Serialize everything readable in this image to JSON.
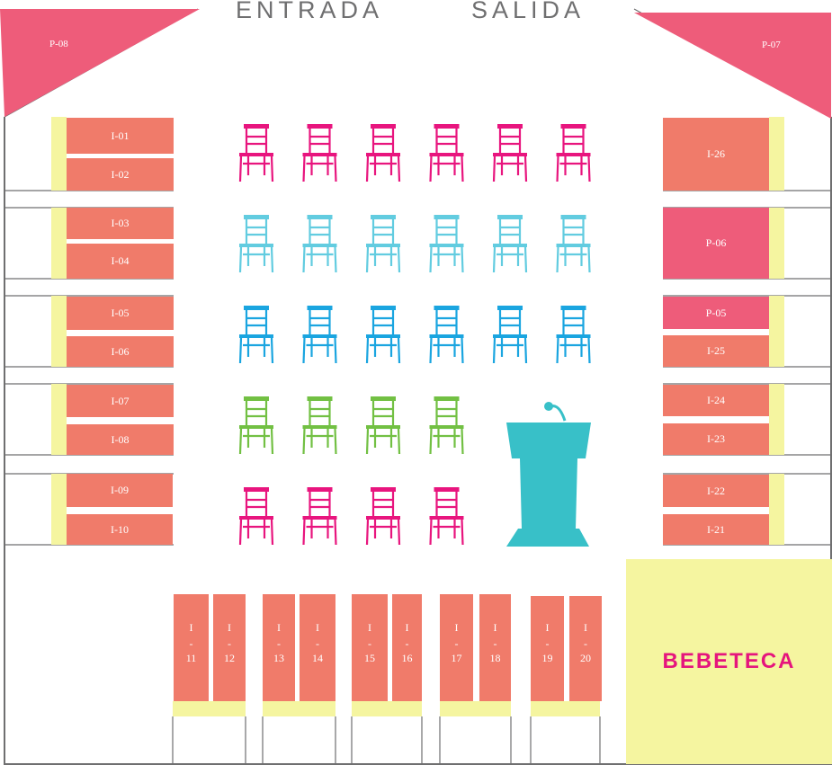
{
  "header": {
    "entrance": "ENTRADA",
    "exit": "SALIDA"
  },
  "colors": {
    "booth": "#f07b6a",
    "pink_booth": "#ee5c7a",
    "yellow": "#f5f5a0",
    "outline": "#6f6f70",
    "podium": "#38c0c8",
    "bebeteca_text": "#e5157d",
    "chair_rows": [
      "#e8157e",
      "#62cce0",
      "#1aa5e0",
      "#72c043",
      "#e8157e"
    ]
  },
  "corner_booths": [
    {
      "id": "P-08",
      "label": "P-08"
    },
    {
      "id": "P-07",
      "label": "P-07"
    }
  ],
  "left_booths": [
    {
      "label": "I-01"
    },
    {
      "label": "I-02"
    },
    {
      "label": "I-03"
    },
    {
      "label": "I-04"
    },
    {
      "label": "I-05"
    },
    {
      "label": "I-06"
    },
    {
      "label": "I-07"
    },
    {
      "label": "I-08"
    },
    {
      "label": "I-09"
    },
    {
      "label": "I-10"
    }
  ],
  "right_booths": [
    {
      "label": "I-26",
      "color": "booth"
    },
    {
      "label": "P-06",
      "color": "pink"
    },
    {
      "label": "P-05",
      "color": "pink"
    },
    {
      "label": "I-25",
      "color": "booth"
    },
    {
      "label": "I-24",
      "color": "booth"
    },
    {
      "label": "I-23",
      "color": "booth"
    },
    {
      "label": "I-22",
      "color": "booth"
    },
    {
      "label": "I-21",
      "color": "booth"
    }
  ],
  "bottom_booths": [
    {
      "prefix": "I",
      "dash": "-",
      "number": "11"
    },
    {
      "prefix": "I",
      "dash": "-",
      "number": "12"
    },
    {
      "prefix": "I",
      "dash": "-",
      "number": "13"
    },
    {
      "prefix": "I",
      "dash": "-",
      "number": "14"
    },
    {
      "prefix": "I",
      "dash": "-",
      "number": "15"
    },
    {
      "prefix": "I",
      "dash": "-",
      "number": "16"
    },
    {
      "prefix": "I",
      "dash": "-",
      "number": "17"
    },
    {
      "prefix": "I",
      "dash": "-",
      "number": "18"
    },
    {
      "prefix": "I",
      "dash": "-",
      "number": "19"
    },
    {
      "prefix": "I",
      "dash": "-",
      "number": "20"
    }
  ],
  "seating": {
    "rows": [
      {
        "chairs": 6,
        "color": "#e8157e"
      },
      {
        "chairs": 6,
        "color": "#62cce0"
      },
      {
        "chairs": 6,
        "color": "#1aa5e0"
      },
      {
        "chairs": 4,
        "color": "#72c043"
      },
      {
        "chairs": 4,
        "color": "#e8157e"
      }
    ]
  },
  "podium": {
    "icon": "podium-icon"
  },
  "bebeteca": {
    "label": "BEBETECA"
  }
}
